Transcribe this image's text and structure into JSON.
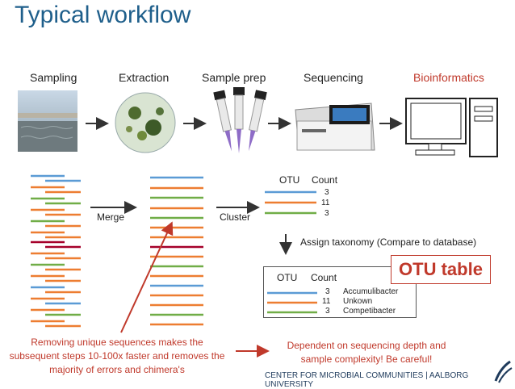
{
  "title": "Typical workflow",
  "steps": [
    "Sampling",
    "Extraction",
    "Sample prep",
    "Sequencing",
    "Bioinformatics"
  ],
  "merge_label": "Merge",
  "cluster_label": "Cluster",
  "otu_header": {
    "otu": "OTU",
    "count": "Count"
  },
  "counts": [
    "3",
    "11",
    "3"
  ],
  "assign_label": "Assign taxonomy (Compare to database)",
  "otu_table_badge": "OTU table",
  "taxa": [
    "Accumulibacter",
    "Unkown",
    "Competibacter"
  ],
  "note_left": "Removing unique sequences makes the subsequent steps 10-100x faster and removes the majority of errors and chimera's",
  "note_right": "Dependent on sequencing depth and sample complexity! Be careful!",
  "footer": "CENTER FOR MICROBIAL COMMUNITIES | AALBORG UNIVERSITY",
  "colors": {
    "title": "#1f5f8b",
    "highlight": "#c0392b",
    "blue": "#5b9bd5",
    "orange": "#ed7d31",
    "green": "#70ad47",
    "darkred": "#a5002a"
  }
}
